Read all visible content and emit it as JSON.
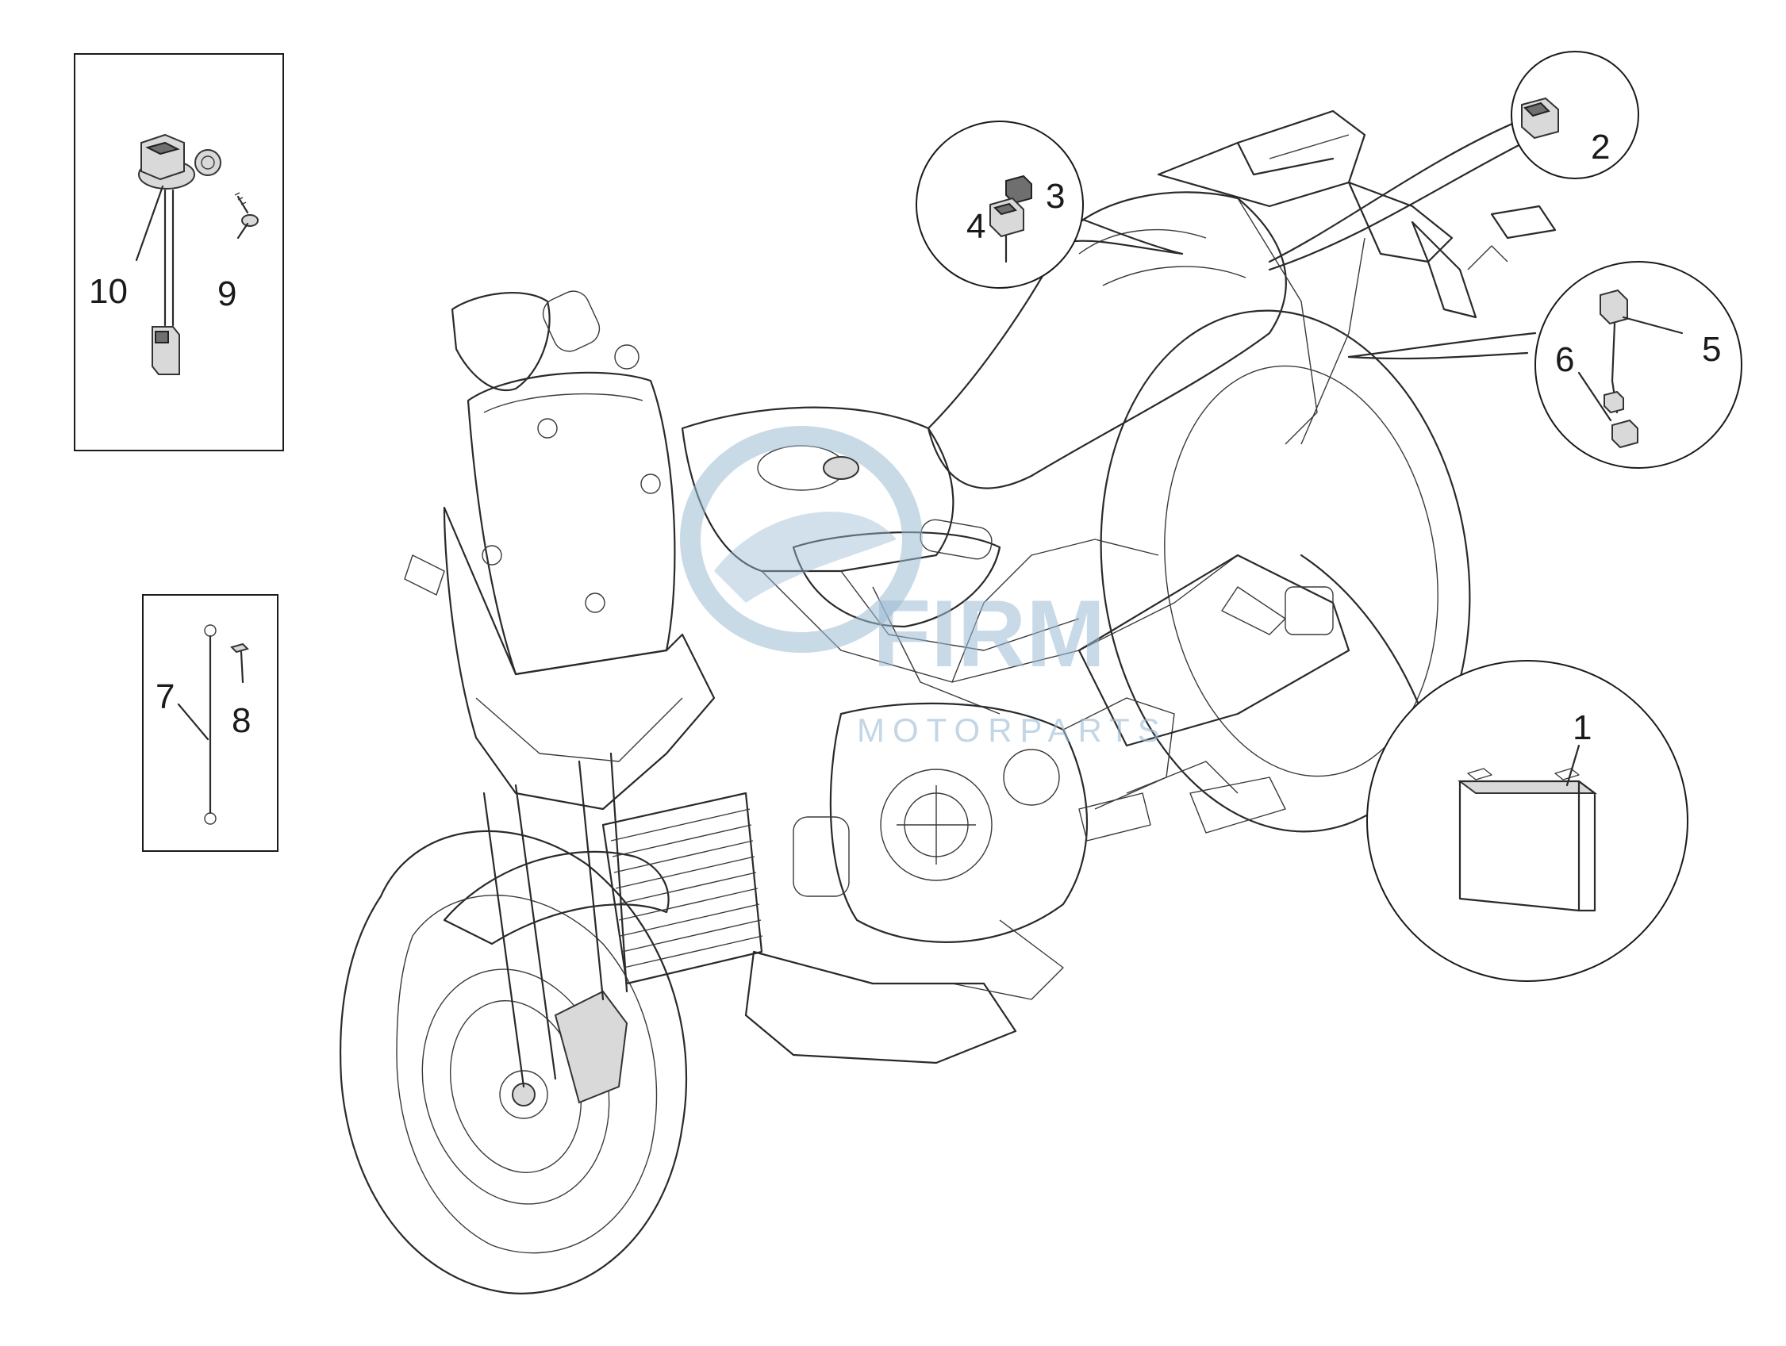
{
  "callouts": {
    "c1": "1",
    "c2": "2",
    "c3": "3",
    "c4": "4",
    "c5": "5",
    "c6": "6",
    "c7": "7",
    "c8": "8",
    "c9": "9",
    "c10": "10"
  },
  "watermark": {
    "main": "FIRM",
    "sub": "MOTORPARTS"
  },
  "colors": {
    "line": "#2a2a2a",
    "watermark": "#9cbbd4",
    "background": "#ffffff"
  }
}
